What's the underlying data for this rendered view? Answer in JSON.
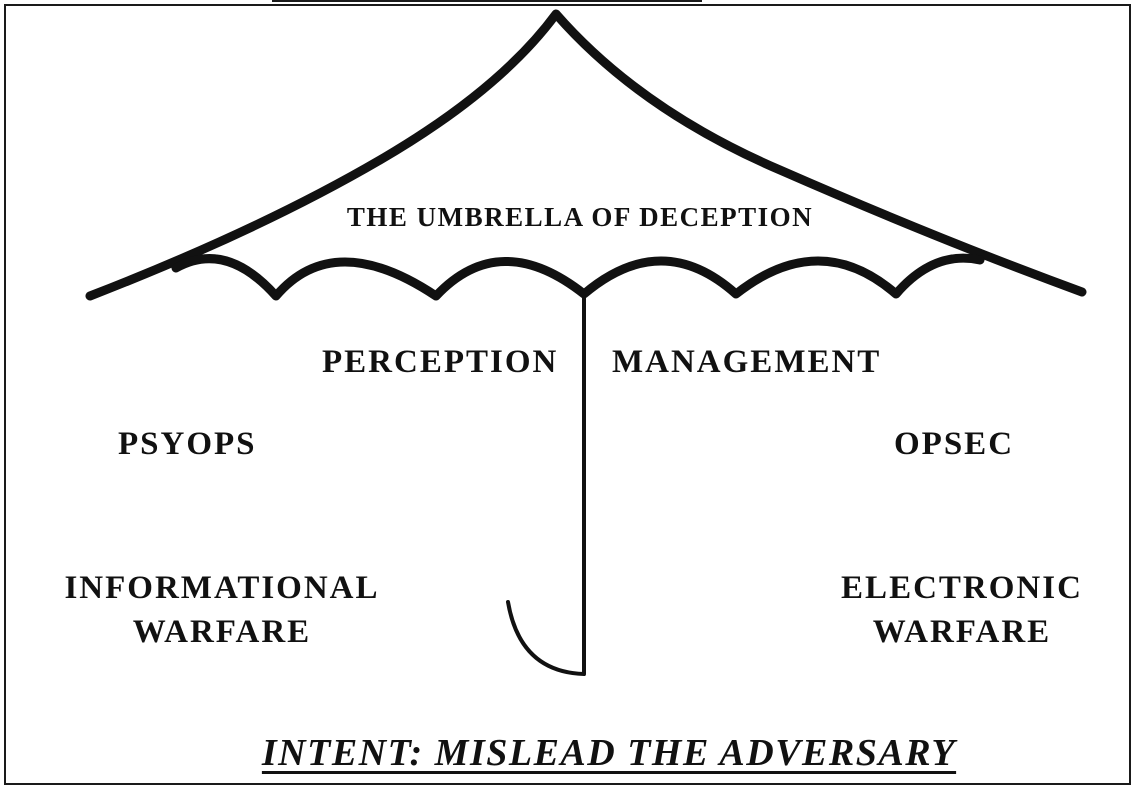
{
  "diagram": {
    "title": "THE UMBRELLA OF DECEPTION",
    "center_left": "PERCEPTION",
    "center_right": "MANAGEMENT",
    "left_upper": "PSYOPS",
    "right_upper": "OPSEC",
    "left_lower_line1": "INFORMATIONAL",
    "left_lower_line2": "WARFARE",
    "right_lower_line1": "ELECTRONIC",
    "right_lower_line2": "WARFARE",
    "footer": "INTENT: MISLEAD THE ADVERSARY"
  },
  "colors": {
    "ink": "#111111",
    "background": "#ffffff"
  }
}
